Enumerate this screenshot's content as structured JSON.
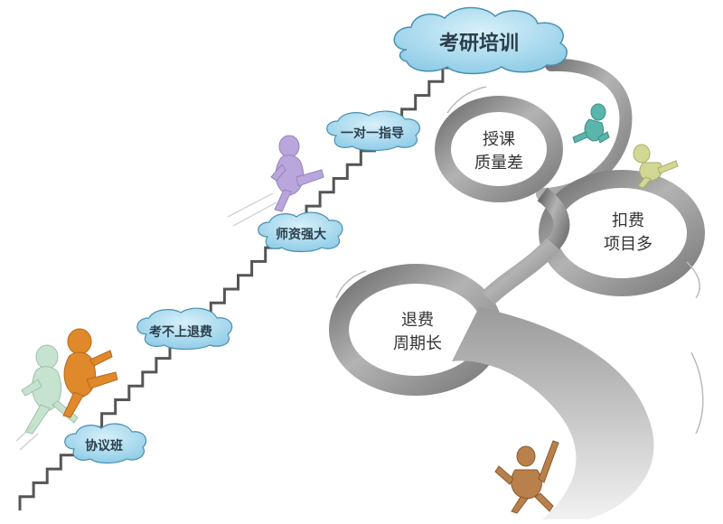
{
  "diagram": {
    "title": "考研培训",
    "stair_labels": [
      "协议班",
      "考不上退费",
      "师资强大",
      "一对一指导"
    ],
    "loop_labels": [
      [
        "授课",
        "质量差"
      ],
      [
        "扣费",
        "项目多"
      ],
      [
        "退费",
        "周期长"
      ]
    ],
    "colors": {
      "cloud_fill": "#a7d9ef",
      "cloud_stroke": "#4a8fb0",
      "stairs": "#555555",
      "ribbon": "#8c8c8c",
      "figure_orange": "#e0892a",
      "figure_mint": "#c6e3cf",
      "figure_purple": "#b9a6dc",
      "figure_teal": "#5ab5ac",
      "figure_olive": "#d2d893",
      "figure_brown": "#b8804a"
    }
  }
}
